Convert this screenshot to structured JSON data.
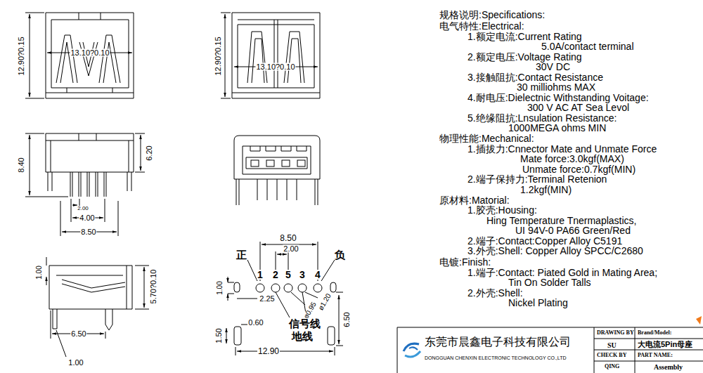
{
  "diagram": {
    "labels": [
      "12.90?0.15",
      "13.10?0.10",
      "12.90?0.15",
      "13.10?0.10",
      "8.40",
      "6.20",
      "2.00",
      "4.00",
      "8.50",
      "1.00",
      "5.70?0.10",
      "6.50",
      "1.00",
      "8.50",
      "2.00",
      "正",
      "负",
      "1",
      "2",
      "5",
      "3",
      "4",
      "1.00",
      "2.25",
      "ø0.95",
      "ø1.20",
      "6.50",
      "1.50",
      "0.60",
      "信号线",
      "地线",
      "12.90",
      "规格说明:Specifications:",
      "电气特性:Electrical:",
      "1.额定电流:Current Rating",
      "5.0A/contact terminal",
      "2.额定电压:Voltage Rating",
      "30V DC",
      "3.接触阻抗:Contact Resistance",
      "30 milliohms MAX",
      "4.耐电压:Dielectnic Withstanding Voitage:",
      "300 V AC AT Sea Levol",
      "5.绝缘阻抗:Lnsulation Resistance:",
      "1000MEGA ohms MIN",
      "物理性能:Mechanical:",
      "1.插拔力:Cnnector Mate and Unmate Force",
      "Mate force:3.0kgf(MAX)",
      "Unmate force:0.7kgf(MIN)",
      "2.端子保持力:Terminal Retenion",
      "1.2kgf(MIN)",
      "原材料:Matorial:",
      "1.胶壳:Housing:",
      "Hing Temperature Tnermaplastics,",
      "UI 94V-0 PA66 Green/Red",
      "2.端子:Contact:Copper Alloy C5191",
      "3.外壳:Shell: Copper Alloy SPCC/C2680",
      "电镀:Finish:",
      "1.端子:Contact: Piated Gold in Mating Area;",
      "Tin On Solder Talls",
      "2.外壳:Shell:",
      "Nickel Plating",
      "东莞市晨鑫电子科技有限公司",
      "DONGGUAN CHENXIN ELECTRONIC TECHNOLOGY CO.,LTD",
      "DRAWING BY",
      "SU",
      "Brand/Model:",
      "大电流5Pin母座",
      "CHECK BY",
      "QING",
      "PART NAME:",
      "Assembly"
    ]
  }
}
